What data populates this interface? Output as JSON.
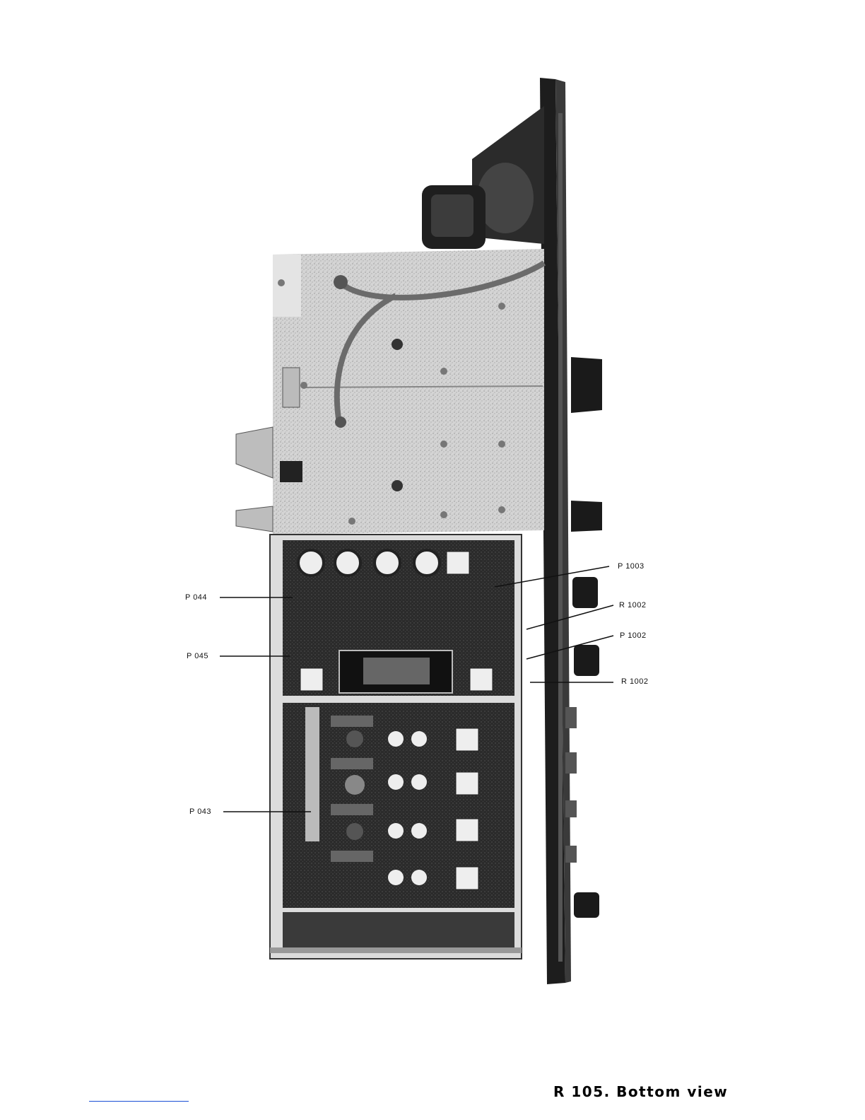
{
  "figure": {
    "caption": "R 105. Bottom view",
    "callouts": {
      "p044": "P 044",
      "p045": "P 045",
      "p043": "P 043",
      "p1003": "P 1003",
      "r1002a": "R 1002",
      "p1002": "P 1002",
      "r1002b": "R 1002"
    }
  },
  "colors": {
    "ink": "#111111",
    "plate": "#cfcfcf",
    "panel": "#2a2a2a",
    "footer_rule": "#1a4fd6"
  }
}
